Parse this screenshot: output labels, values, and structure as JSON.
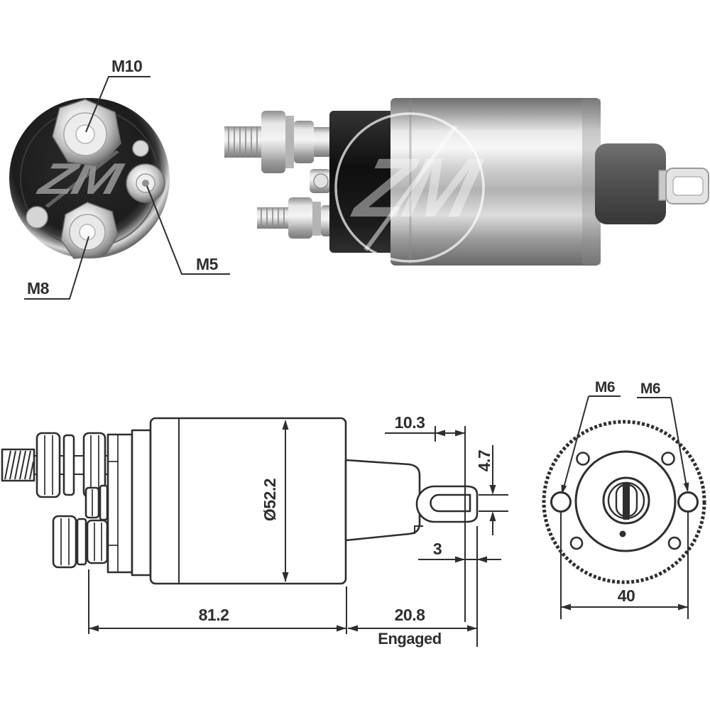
{
  "watermark": {
    "brand": "ZM"
  },
  "rear_view": {
    "terminal_top": "M10",
    "terminal_side": "M5",
    "terminal_bottom": "M8"
  },
  "side_view_dims": {
    "diameter": "Ø52.2",
    "body_length": "81.2",
    "tip_length": "10.3",
    "tip_height": "4.7",
    "tip_offset": "3",
    "engaged_length": "20.8",
    "engaged_caption": "Engaged"
  },
  "front_view": {
    "hole_left": "M6",
    "hole_right": "M6",
    "hole_spacing": "40"
  },
  "colors": {
    "line": "#2e2e2e",
    "background": "#ffffff"
  }
}
